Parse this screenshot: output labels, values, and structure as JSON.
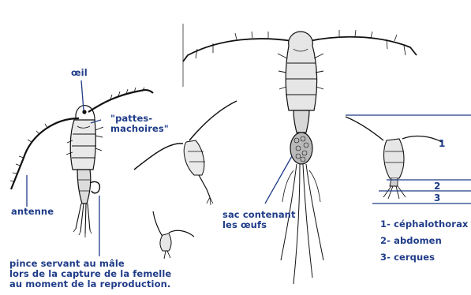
{
  "labels": {
    "oeil": "œil",
    "pattes_machoires": "\"pattes-\nmachoires\"",
    "antenne": "antenne",
    "pince": "pince servant au mâle\nlors de la capture de la femelle\nau moment de la reproduction.",
    "sac": "sac contenant\nles œufs"
  },
  "segment_numbers": [
    "1",
    "2",
    "3"
  ],
  "legend": [
    "1- céphalothorax",
    "2- abdomen",
    "3- cerques"
  ],
  "colors": {
    "label_blue": "#1f3c88",
    "ink": "#111111"
  }
}
